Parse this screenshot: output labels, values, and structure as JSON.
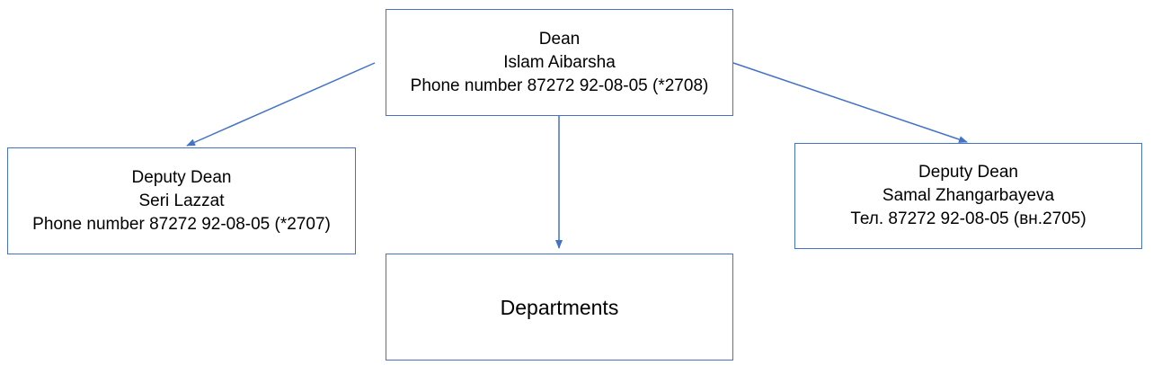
{
  "diagram": {
    "nodes": {
      "dean": {
        "role": "Dean",
        "name": "Islam Aibarsha",
        "phone": "Phone number 87272 92-08-05 (*2708)"
      },
      "deputy_left": {
        "role": "Deputy Dean",
        "name": "Seri Lazzat",
        "phone": "Phone number 87272 92-08-05 (*2707)"
      },
      "deputy_right": {
        "role": "Deputy Dean",
        "name": "Samal Zhangarbayeva",
        "phone": "Тел. 87272 92-08-05 (вн.2705)"
      },
      "departments": {
        "label": "Departments"
      }
    },
    "edges": [
      {
        "from": "dean",
        "to": "deputy_left"
      },
      {
        "from": "dean",
        "to": "departments"
      },
      {
        "from": "dean",
        "to": "deputy_right"
      }
    ],
    "colors": {
      "line": "#4472c4",
      "text": "#000000",
      "background": "#ffffff"
    }
  }
}
